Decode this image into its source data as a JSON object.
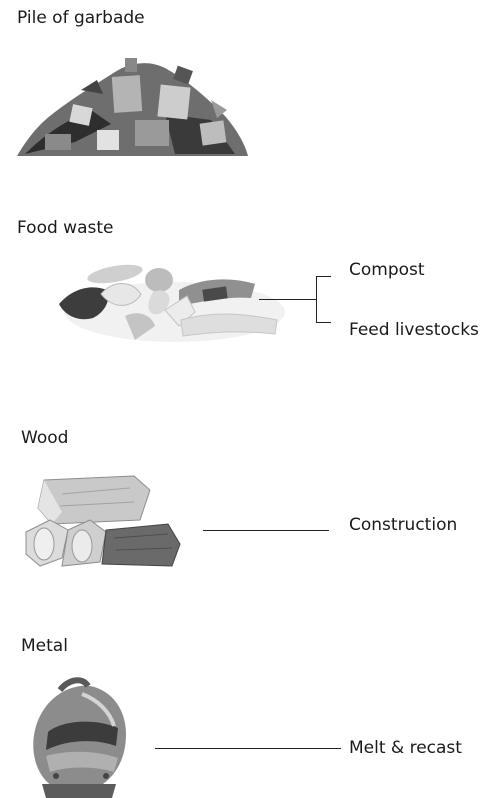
{
  "sections": [
    {
      "title": "Pile of garbade",
      "image": "garbage-pile-icon",
      "outputs": []
    },
    {
      "title": "Food waste",
      "image": "food-waste-icon",
      "outputs": [
        "Compost",
        "Feed livestocks"
      ]
    },
    {
      "title": "Wood",
      "image": "firewood-logs-icon",
      "outputs": [
        "Construction"
      ]
    },
    {
      "title": "Metal",
      "image": "knight-helmet-icon",
      "outputs": [
        "Melt & recast"
      ]
    }
  ]
}
